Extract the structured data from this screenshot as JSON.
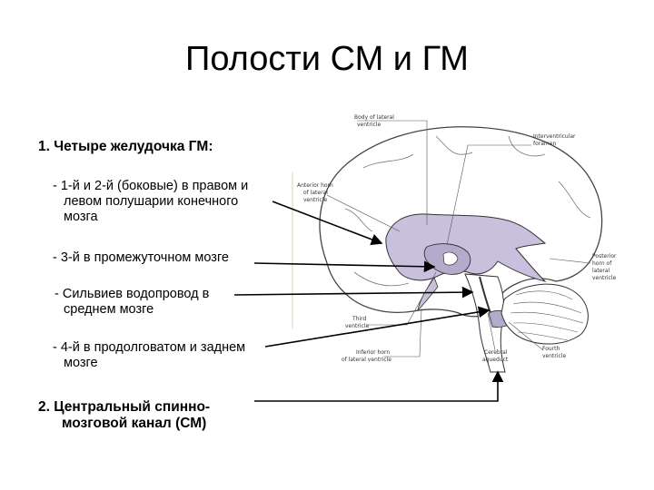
{
  "title": "Полости СМ и ГМ",
  "items": [
    {
      "text": "1. Четыре желудочка ГМ:"
    },
    {
      "text": "- 1-й и 2-й  (боковые) в правом и"
    },
    {
      "text": "левом полушарии конечного"
    },
    {
      "text": "мозга"
    },
    {
      "text": "- 3-й  в промежуточном мозге"
    },
    {
      "text": "- Сильвиев водопровод в"
    },
    {
      "text": "среднем  мозге"
    },
    {
      "text": "- 4-й в продолговатом и заднем"
    },
    {
      "text": "мозге"
    },
    {
      "text": "2.  Центральный спинно-"
    },
    {
      "text": "мозговой канал (СМ)"
    }
  ],
  "labels": {
    "body_lateral": [
      "Body of lateral",
      "ventricle"
    ],
    "interventricular": [
      "Interventricular",
      "foramen"
    ],
    "anterior_horn": [
      "Anterior horn",
      "of lateral",
      "ventricle"
    ],
    "posterior_horn": [
      "Posterior",
      "horn of",
      "lateral",
      "ventricle"
    ],
    "third": [
      "Third",
      "ventricle"
    ],
    "inferior_horn": [
      "Inferior horn",
      "of lateral ventricle"
    ],
    "cerebral_aqueduct": [
      "Cerebral",
      "aqueduct"
    ],
    "fourth": [
      "Fourth",
      "ventricle"
    ]
  },
  "colors": {
    "ventricle": "#c8c0dc",
    "ventricle_stroke": "#333333"
  }
}
